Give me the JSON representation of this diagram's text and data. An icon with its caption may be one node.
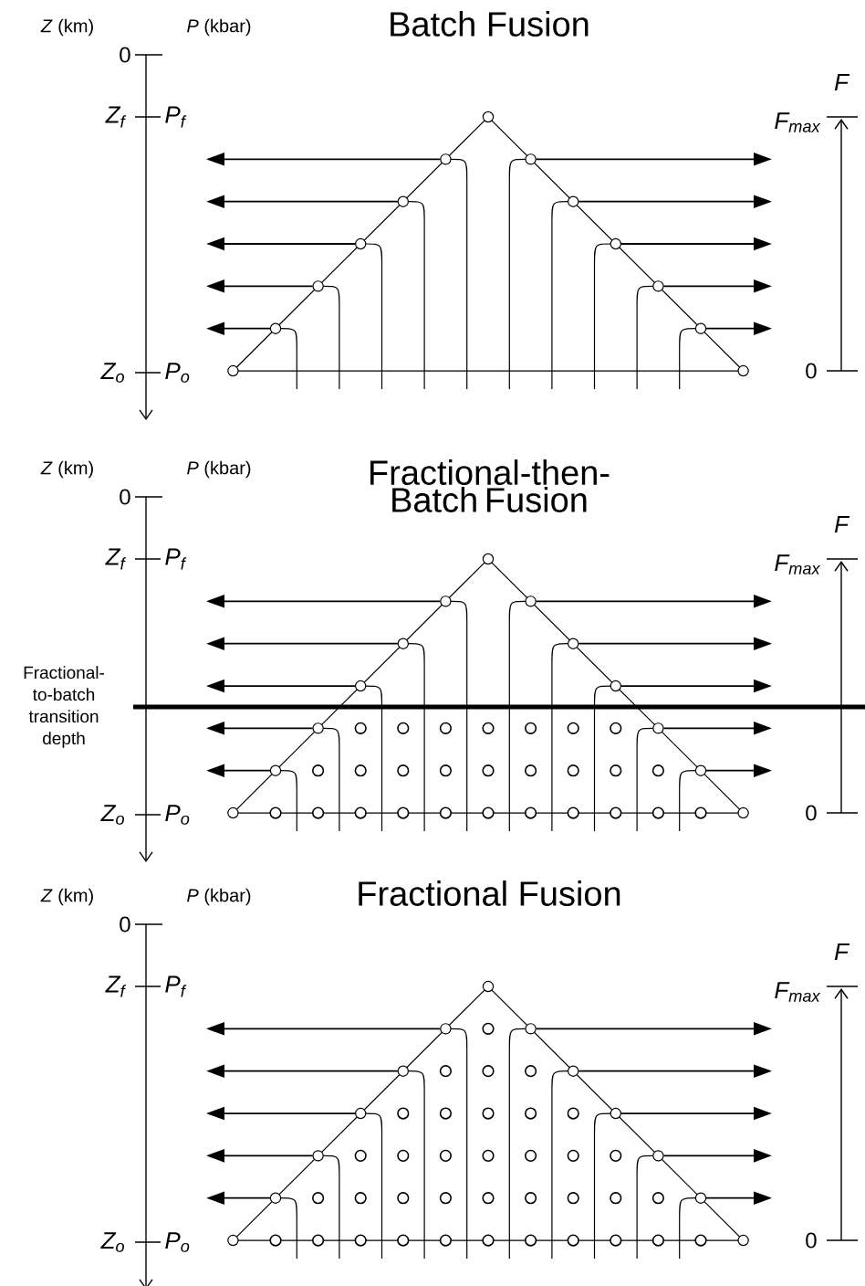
{
  "diagram": {
    "labels": [
      "*Z* (km)",
      "*P* (kbar)",
      "Batch Fusion",
      "0",
      "Z$_{f}$",
      "P$_{f}$",
      "F",
      "F$_{max}$",
      "Z$_{o}$",
      "P$_{o}$",
      "0",
      "*Z* (km)",
      "*P* (kbar)",
      "Fractional-then-Batch Fusion",
      "0",
      "Z$_{f}$",
      "P$_{f}$",
      "F",
      "F$_{max}$",
      "Fractional-to-batch transition depth",
      "Z$_{o}$",
      "P$_{o}$",
      "0",
      "*Z* (km)",
      "*P* (kbar)",
      "Fractional Fusion",
      "0",
      "Z$_{f}$",
      "P$_{f}$",
      "F",
      "F$_{max}$",
      "Z$_{o}$",
      "P$_{o}$",
      "0"
    ]
  }
}
